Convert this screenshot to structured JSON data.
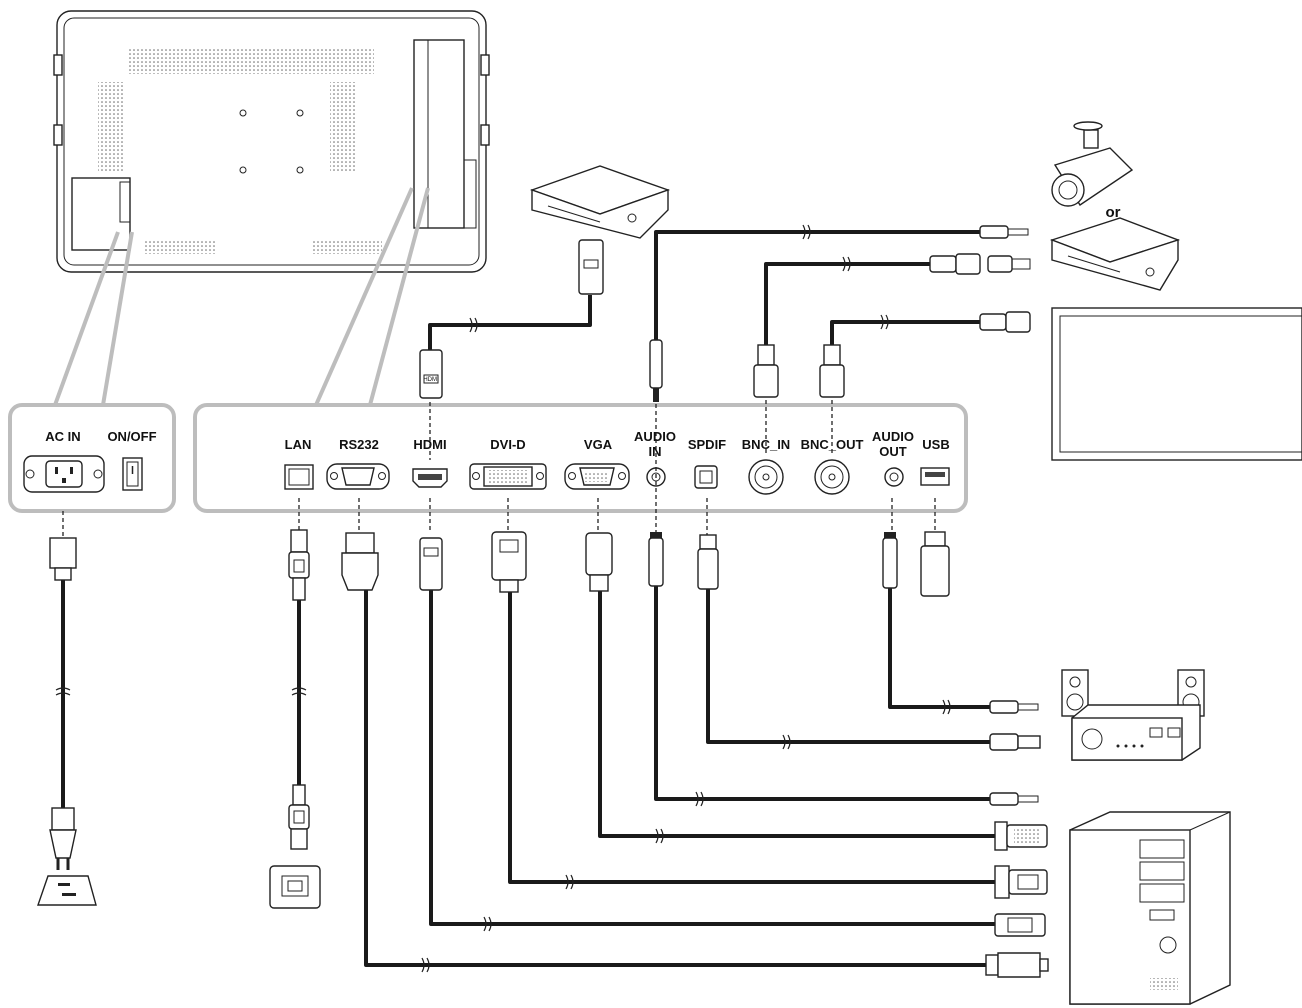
{
  "labels": {
    "ac_in": "AC IN",
    "on_off": "ON/OFF",
    "lan": "LAN",
    "rs232": "RS232",
    "hdmi": "HDMI",
    "dvi_d": "DVI-D",
    "vga": "VGA",
    "audio_in_1": "AUDIO",
    "audio_in_2": "IN",
    "spdif": "SPDIF",
    "bnc_in": "BNC_IN",
    "bnc_out": "BNC_OUT",
    "audio_out_1": "AUDIO",
    "audio_out_2": "OUT",
    "usb": "USB"
  },
  "or_text": "or",
  "hdmi_plug_text": "HDMI",
  "colors": {
    "panel_outline": "#bdbdbd",
    "cable": "#1a1a1a",
    "line": "#222222"
  },
  "icons": [
    "display-rear-icon",
    "dvd-player-icon",
    "camera-icon",
    "monitor-icon",
    "audio-amplifier-icon",
    "speaker-icon",
    "pc-tower-icon",
    "wall-outlet-icon",
    "lan-wall-jack-icon",
    "usb-drive-icon",
    "power-plug-icon"
  ]
}
